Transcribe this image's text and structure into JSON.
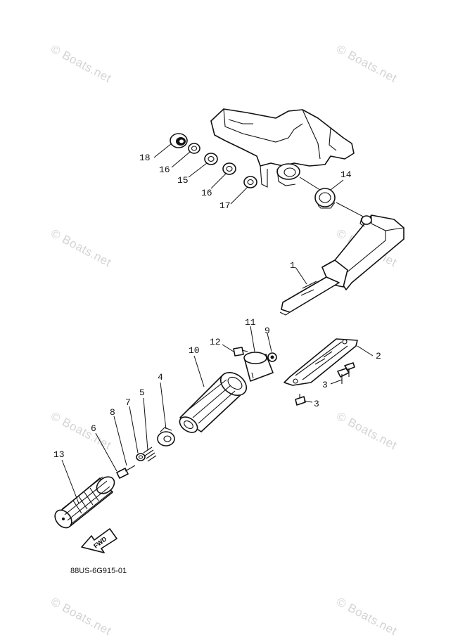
{
  "watermark_text": "© Boats.net",
  "diagram_code": "88US-6G915-01",
  "fwd_label": "FWD",
  "callouts": [
    "1",
    "2",
    "3",
    "3",
    "4",
    "5",
    "6",
    "7",
    "8",
    "9",
    "10",
    "11",
    "12",
    "13",
    "14",
    "15",
    "16",
    "16",
    "17",
    "18"
  ]
}
